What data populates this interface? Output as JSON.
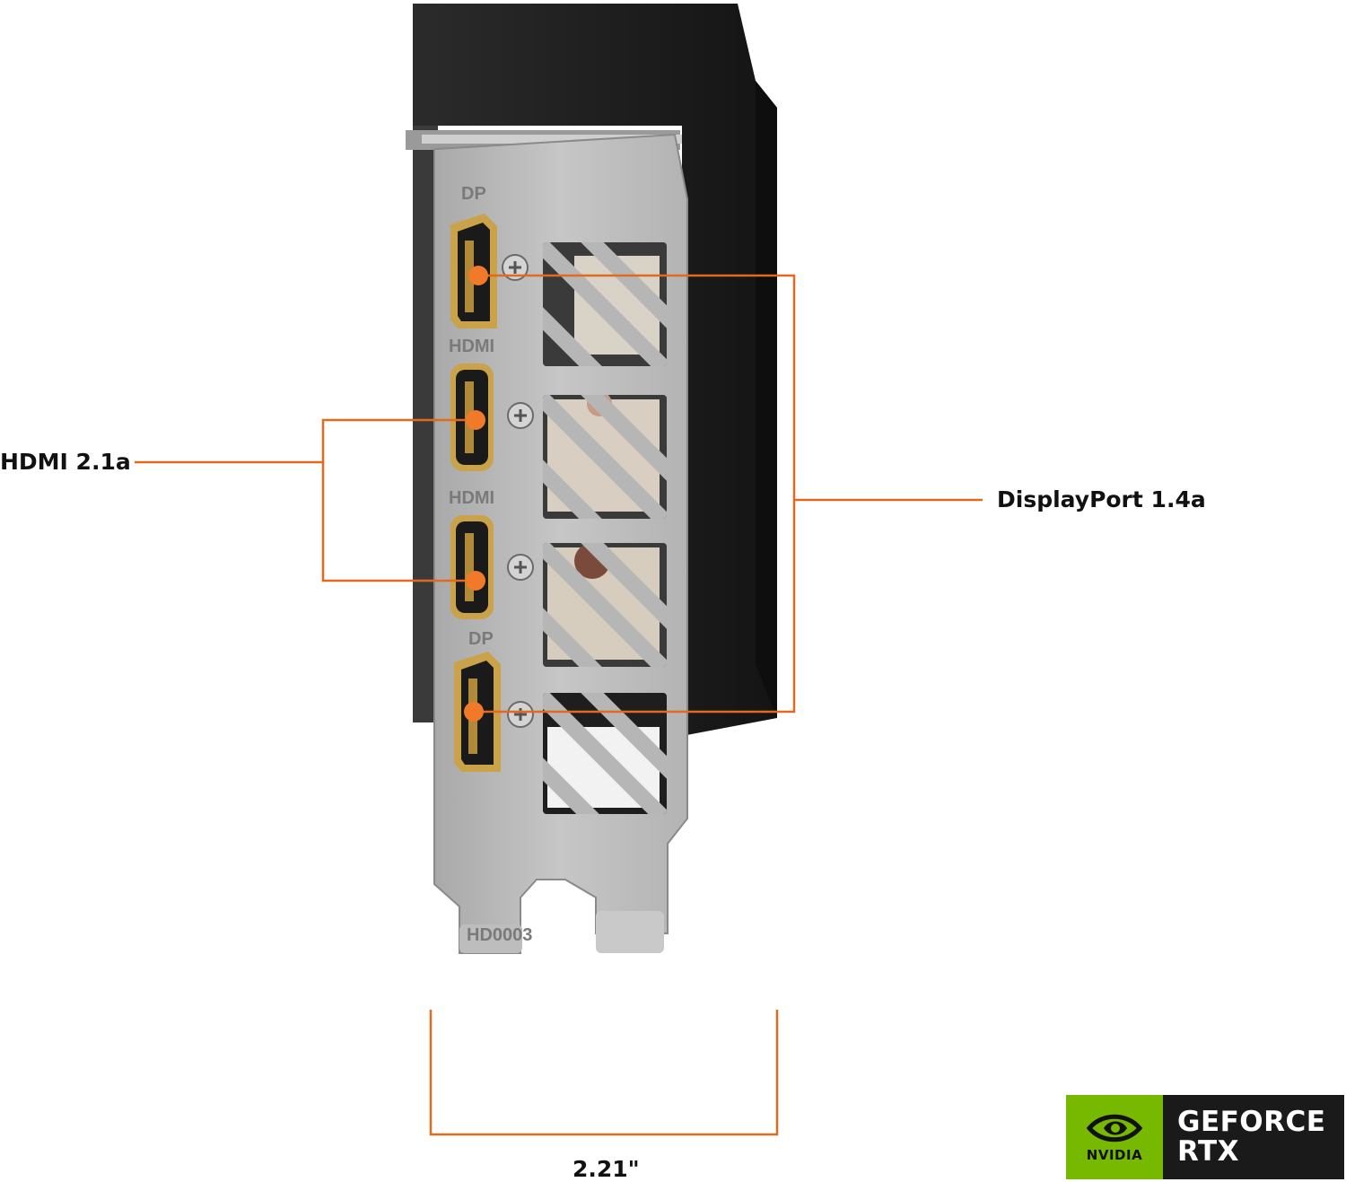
{
  "callouts": {
    "hdmi": "HDMI 2.1a",
    "displayport": "DisplayPort 1.4a",
    "dimension": "2.21\""
  },
  "bracket_markings": {
    "dp_top": "DP",
    "hdmi_1": "HDMI",
    "hdmi_2": "HDMI",
    "dp_bottom": "DP",
    "part_code": "HD0003"
  },
  "badge": {
    "brand": "NVIDIA",
    "line1": "GEFORCE",
    "line2": "RTX"
  },
  "colors": {
    "callout_orange": "#e06a1f",
    "nvidia_green": "#76b900",
    "badge_dark": "#1a1a1a",
    "bracket_silver": "#b9b9b9",
    "card_black": "#1c1c1c",
    "port_gold": "#c9a24a"
  }
}
